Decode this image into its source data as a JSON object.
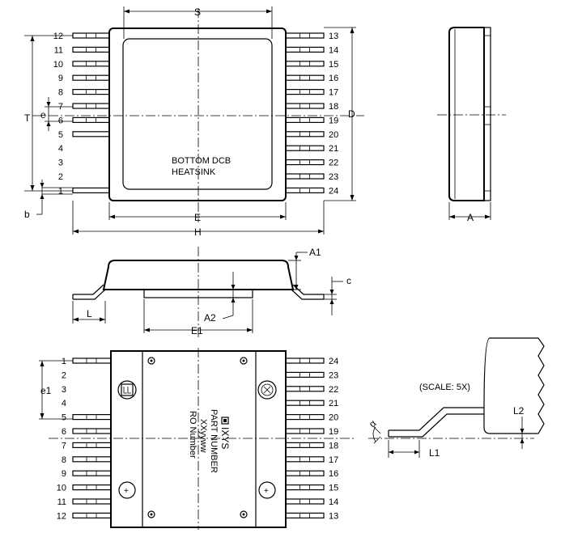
{
  "top_view": {
    "dims": {
      "S": "S",
      "T": "T",
      "e": "e",
      "b": "b",
      "D": "D",
      "E": "E",
      "H": "H"
    },
    "left_pins": [
      "12",
      "11",
      "10",
      "9",
      "8",
      "7",
      "6",
      "5",
      "4",
      "3",
      "2",
      "1"
    ],
    "right_pins": [
      "13",
      "14",
      "15",
      "16",
      "17",
      "18",
      "19",
      "20",
      "21",
      "22",
      "23",
      "24"
    ],
    "label_line1": "BOTTOM DCB",
    "label_line2": "HEATSINK"
  },
  "side_view": {
    "dims": {
      "A": "A"
    }
  },
  "front_view": {
    "dims": {
      "A1": "A1",
      "c": "c",
      "L": "L",
      "A2": "A2",
      "E1": "E1"
    }
  },
  "bottom_view": {
    "left_pins": [
      "1",
      "2",
      "3",
      "4",
      "5",
      "6",
      "7",
      "8",
      "9",
      "10",
      "11",
      "12"
    ],
    "right_pins": [
      "24",
      "23",
      "22",
      "21",
      "20",
      "19",
      "18",
      "17",
      "16",
      "15",
      "14",
      "13"
    ],
    "dims": {
      "e1": "e1"
    },
    "marking": {
      "logo": "IXYS",
      "line1": "PART NUMBER",
      "line2": "XXyyww",
      "line3": "RO Number"
    }
  },
  "detail_view": {
    "scale": "(SCALE: 5X)",
    "dims": {
      "L1": "L1",
      "L2": "L2",
      "angle": "α"
    }
  }
}
